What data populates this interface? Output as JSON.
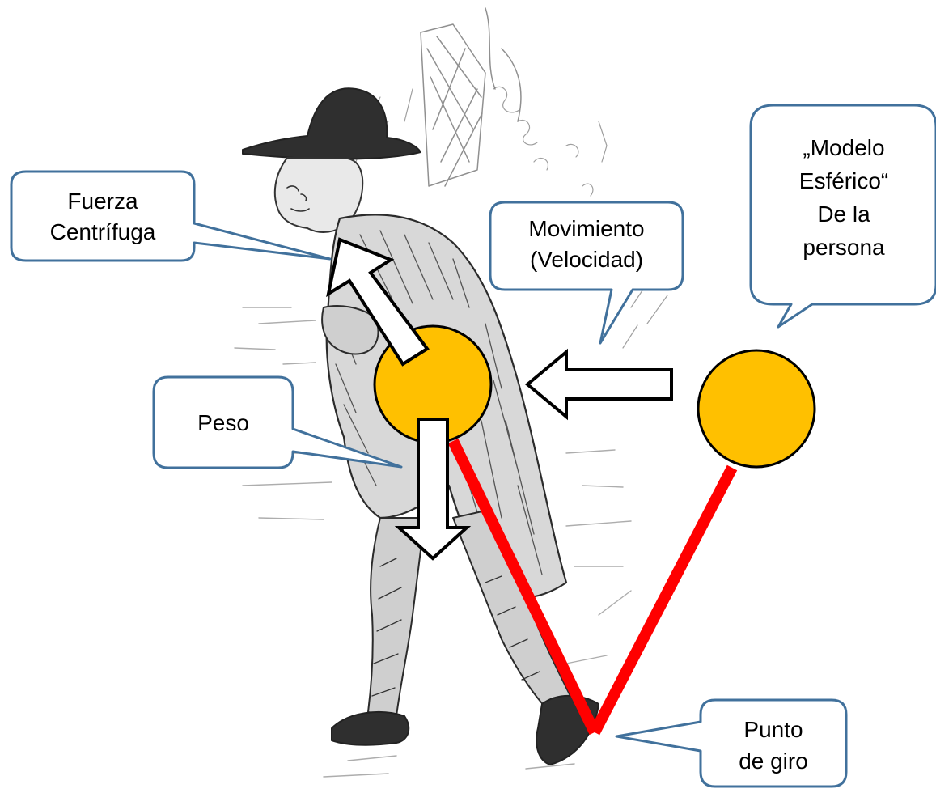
{
  "callouts": {
    "fuerza": [
      "Fuerza",
      "Centrífuga"
    ],
    "movimiento": [
      "Movimiento",
      "(Velocidad)"
    ],
    "modelo": [
      "„Modelo",
      "Esférico“",
      "De la",
      "persona"
    ],
    "peso": [
      "Peso"
    ],
    "punto": [
      "Punto",
      "de giro"
    ]
  },
  "colors": {
    "callout_border": "#41719c",
    "sphere_fill": "#ffc000",
    "sphere_stroke": "#000000",
    "pendulum_line": "#ff0000",
    "arrow_fill": "#ffffff",
    "arrow_stroke": "#000000",
    "illustration_ink": "#3a3a3a"
  },
  "icons": {
    "figure": "engraved-walking-man-illustration",
    "sphere": "circle",
    "arrow": "block-arrow"
  }
}
